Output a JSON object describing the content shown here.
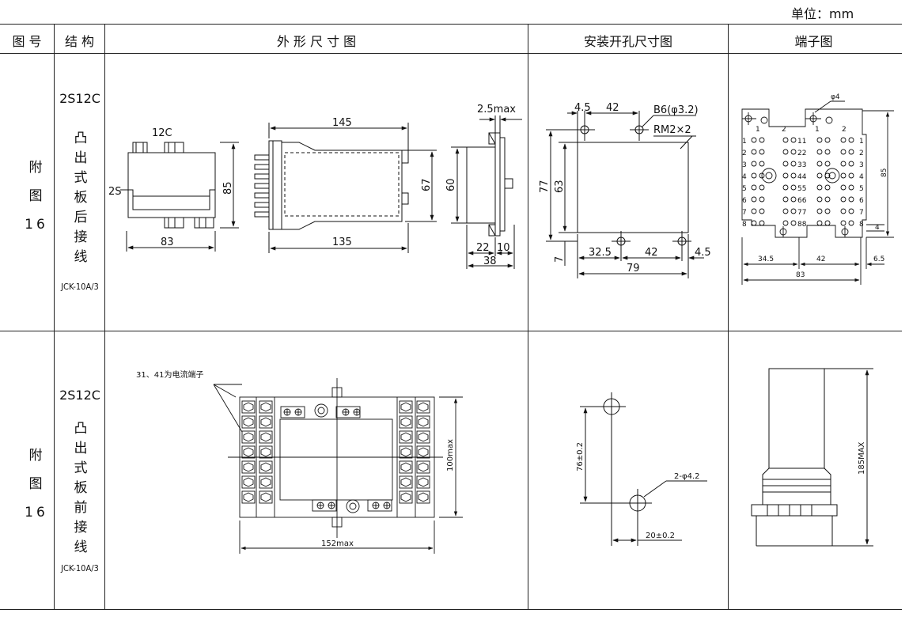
{
  "unit_label": "单位：mm",
  "headers": [
    "图 号",
    "结 构",
    "外 形 尺 寸 图",
    "安装开孔尺寸图",
    "端子图"
  ],
  "rows": [
    {
      "figure_label": "附",
      "figure_label2": "图",
      "figure_number": "16",
      "model": "2S12C",
      "structure": [
        "凸",
        "出",
        "式",
        "板",
        "后",
        "接",
        "线"
      ],
      "sub_model": "JCK-10A/3",
      "outline_dims": {
        "d12c": "12C",
        "d2s": "2S",
        "d85": "85",
        "d83": "83",
        "d145": "145",
        "d135": "135",
        "d67": "67",
        "d2_5max": "2.5max",
        "d60": "60",
        "d22": "22",
        "d10": "10",
        "d38": "38"
      },
      "cutout_dims": {
        "d4_5a": "4.5",
        "d42a": "42",
        "b6": "B6(φ3.2)",
        "rm": "RM2×2",
        "d77": "77",
        "d63": "63",
        "d7": "7",
        "d32_5": "32.5",
        "d42b": "42",
        "d4_5b": "4.5",
        "d79": "79"
      },
      "terminal_dims": {
        "phi4": "φ4",
        "d85": "85",
        "d34_5": "34.5",
        "d42": "42",
        "d6_5": "6.5",
        "d83": "83",
        "d4": "4",
        "cols": [
          "1",
          "2",
          "1",
          "2"
        ],
        "left_nums": [
          "1",
          "2",
          "3",
          "4",
          "5",
          "6",
          "7",
          "8"
        ],
        "mid_nums": [
          "11",
          "22",
          "33",
          "44",
          "55",
          "66",
          "77",
          "88"
        ],
        "right_nums": [
          "1",
          "2",
          "3",
          "4",
          "5",
          "6",
          "7",
          "8"
        ]
      }
    },
    {
      "figure_label": "附",
      "figure_label2": "图",
      "figure_number": "16",
      "model": "2S12C",
      "structure": [
        "凸",
        "出",
        "式",
        "板",
        "前",
        "接",
        "线"
      ],
      "sub_model": "JCK-10A/3",
      "outline_dims": {
        "note": "31、41为电流端子",
        "d100max": "100max",
        "d152max": "152max"
      },
      "cutout_dims": {
        "d76": "76±0.2",
        "hole": "2-φ4.2",
        "d20": "20±0.2"
      },
      "terminal_dims": {
        "d185max": "185MAX"
      }
    }
  ]
}
